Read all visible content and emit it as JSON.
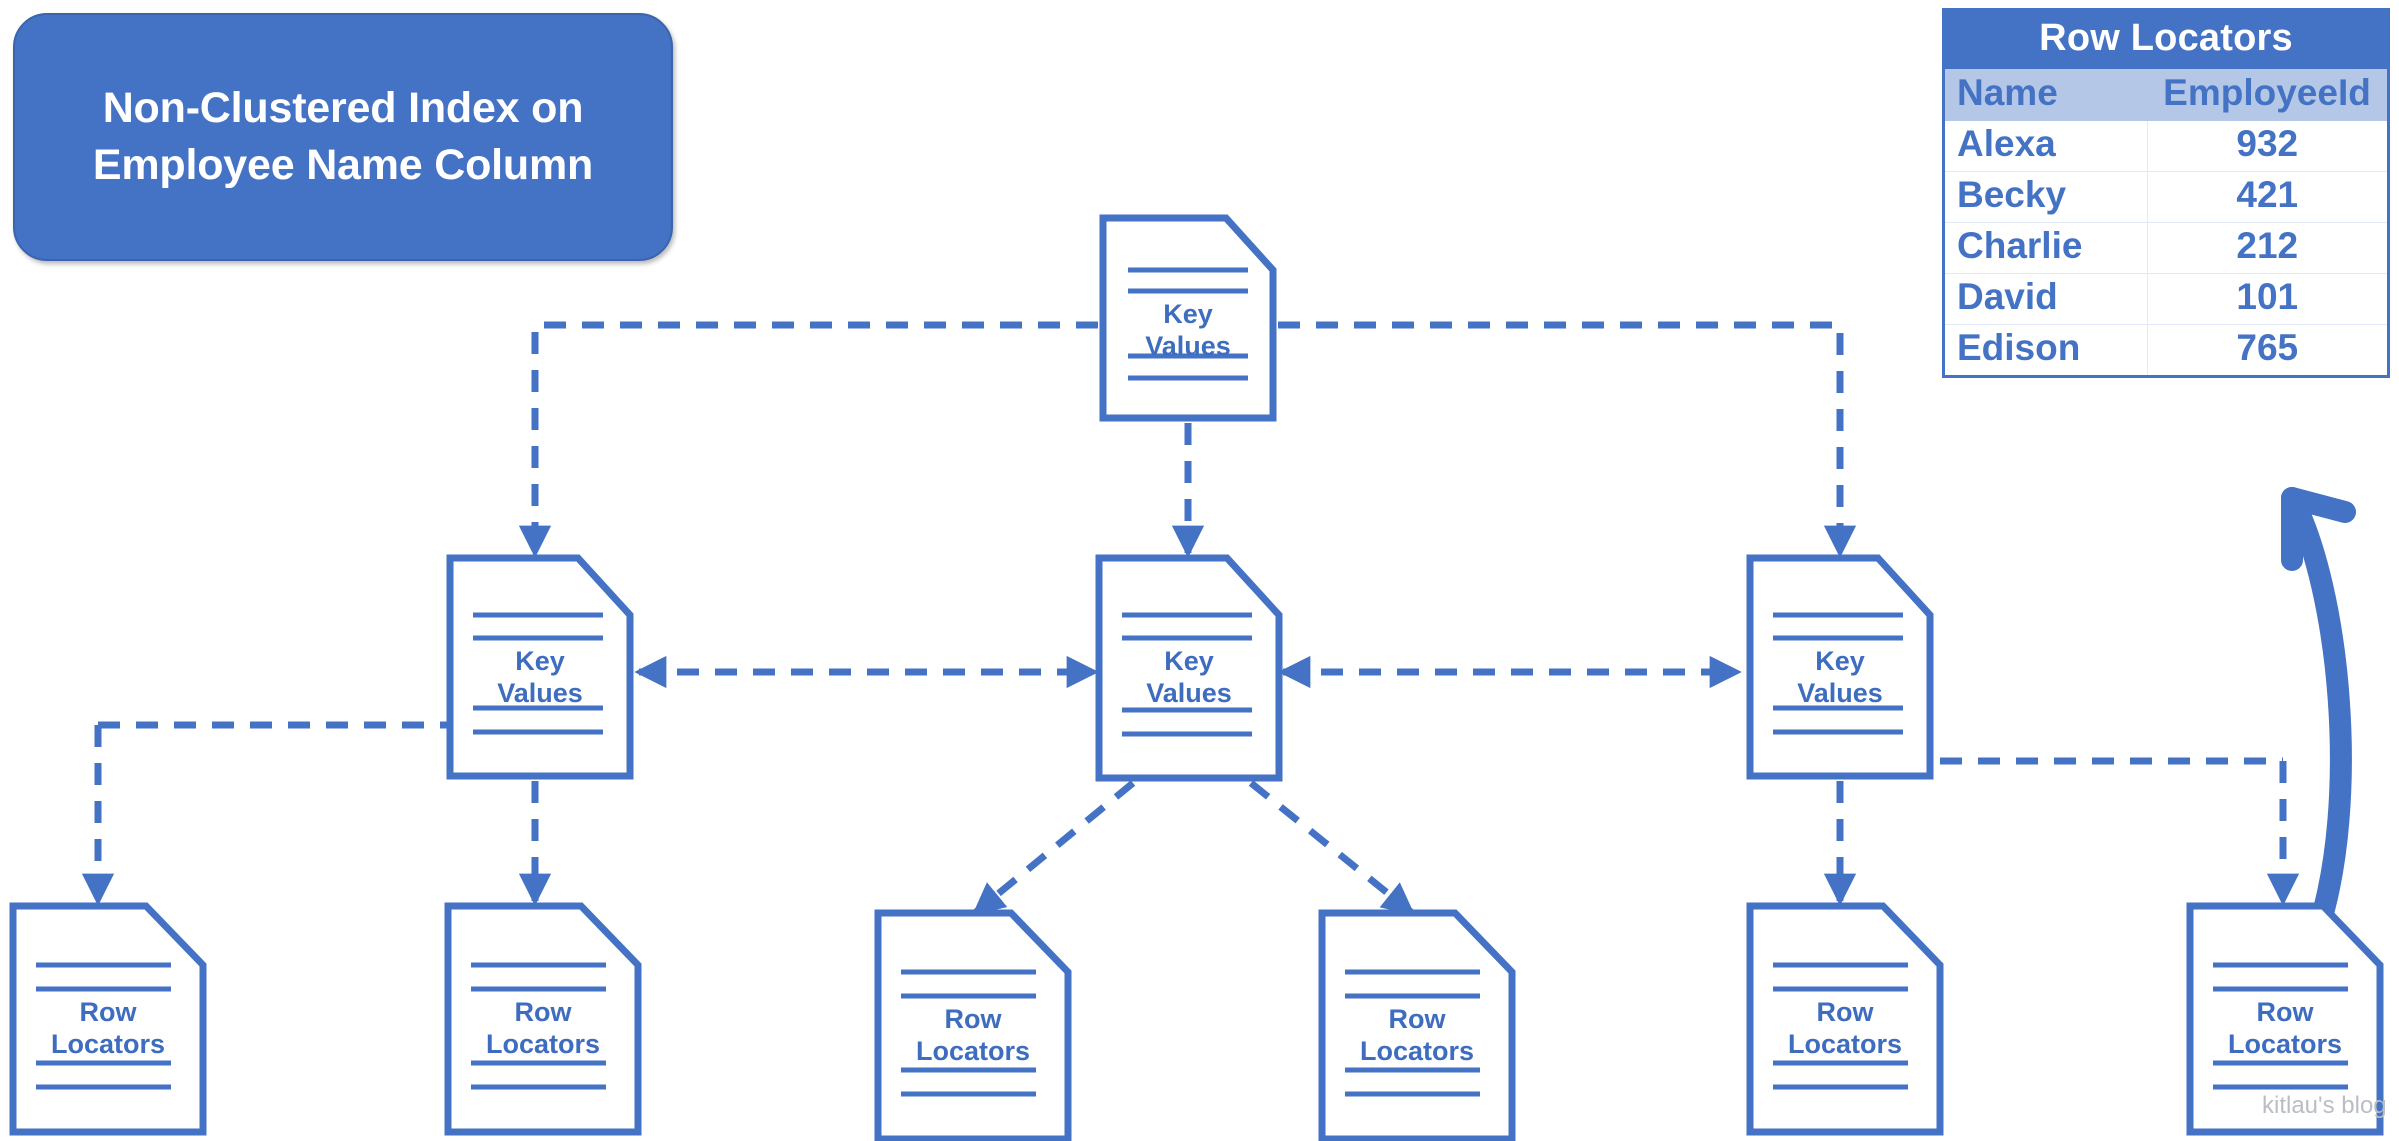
{
  "title": {
    "line1": "Non-Clustered Index on",
    "line2": "Employee Name Column",
    "full": "Non-Clustered Index on Employee Name Column"
  },
  "colors": {
    "accent": "#4472C4",
    "node_stroke": "#4472C4",
    "node_text": "#3E6DC0",
    "header_band": "#B4C7E7",
    "title_bg": "#4472C4",
    "title_text": "#FFFFFF",
    "watermark": "#B9BEC4",
    "canvas": "#FFFFFF"
  },
  "tree": {
    "root": {
      "label_line1": "Key",
      "label_line2": "Values",
      "name": "root-key-values"
    },
    "level2": [
      {
        "label_line1": "Key",
        "label_line2": "Values",
        "name": "key-values-left"
      },
      {
        "label_line1": "Key",
        "label_line2": "Values",
        "name": "key-values-center"
      },
      {
        "label_line1": "Key",
        "label_line2": "Values",
        "name": "key-values-right"
      }
    ],
    "leaves": [
      {
        "label_line1": "Row",
        "label_line2": "Locators",
        "name": "row-locators-1"
      },
      {
        "label_line1": "Row",
        "label_line2": "Locators",
        "name": "row-locators-2"
      },
      {
        "label_line1": "Row",
        "label_line2": "Locators",
        "name": "row-locators-3"
      },
      {
        "label_line1": "Row",
        "label_line2": "Locators",
        "name": "row-locators-4"
      },
      {
        "label_line1": "Row",
        "label_line2": "Locators",
        "name": "row-locators-5"
      },
      {
        "label_line1": "Row",
        "label_line2": "Locators",
        "name": "row-locators-6"
      }
    ]
  },
  "table": {
    "caption": "Row Locators",
    "columns": [
      "Name",
      "EmployeeId"
    ],
    "rows": [
      {
        "name": "Alexa",
        "employee_id": "932"
      },
      {
        "name": "Becky",
        "employee_id": "421"
      },
      {
        "name": "Charlie",
        "employee_id": "212"
      },
      {
        "name": "David",
        "employee_id": "101"
      },
      {
        "name": "Edison",
        "employee_id": "765"
      }
    ]
  },
  "watermark": "kitlau's blog"
}
